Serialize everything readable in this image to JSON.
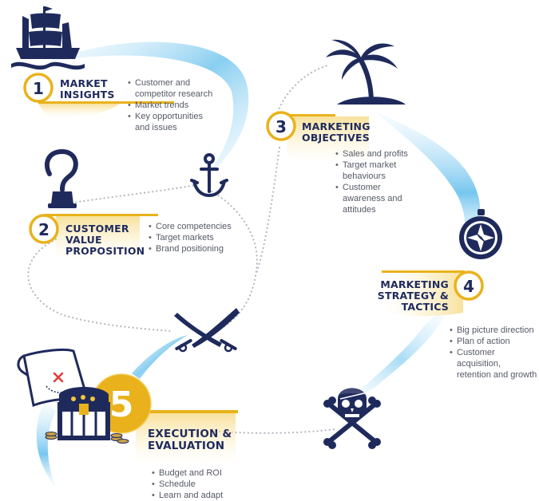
{
  "steps": [
    {
      "number": "1",
      "title_lines": [
        "MARKET",
        "INSIGHTS"
      ],
      "bullets": [
        "Customer and competitor research",
        "Market trends",
        "Key opportunities and issues"
      ],
      "bullet_lines": [
        [
          "Customer and",
          "competitor research"
        ],
        [
          "Market trends"
        ],
        [
          "Key opportunities",
          "and issues"
        ]
      ]
    },
    {
      "number": "2",
      "title_lines": [
        "CUSTOMER",
        "VALUE",
        "PROPOSITION"
      ],
      "bullets": [
        "Core competencies",
        "Target markets",
        "Brand positioning"
      ],
      "bullet_lines": [
        [
          "Core competencies"
        ],
        [
          "Target markets"
        ],
        [
          "Brand positioning"
        ]
      ]
    },
    {
      "number": "3",
      "title_lines": [
        "MARKETING",
        "OBJECTIVES"
      ],
      "bullets": [
        "Sales and profits",
        "Target market behaviours",
        "Customer awareness and attitudes"
      ],
      "bullet_lines": [
        [
          "Sales and profits"
        ],
        [
          "Target market",
          "behaviours"
        ],
        [
          "Customer",
          "awareness and",
          "attitudes"
        ]
      ]
    },
    {
      "number": "4",
      "title_lines": [
        "MARKETING",
        "STRATEGY &",
        "TACTICS"
      ],
      "bullets": [
        "Big picture direction",
        "Plan of action",
        "Customer acquisition, retention and growth"
      ],
      "bullet_lines": [
        [
          "Big picture direction"
        ],
        [
          "Plan of action"
        ],
        [
          "Customer acquisition,",
          "retention and growth"
        ]
      ]
    },
    {
      "number": "5",
      "title_lines": [
        "EXECUTION &",
        "EVALUATION"
      ],
      "bullets": [
        "Budget and ROI",
        "Schedule",
        "Learn and adapt"
      ],
      "bullet_lines": [
        [
          "Budget and ROI"
        ],
        [
          "Schedule"
        ],
        [
          "Learn and adapt"
        ]
      ]
    }
  ],
  "icons": [
    "ship-icon",
    "hook-icon",
    "anchor-icon",
    "palm-island-icon",
    "compass-icon",
    "crossed-swords-icon",
    "skull-crossbones-icon",
    "treasure-map-icon",
    "treasure-chest-icon"
  ],
  "colors": {
    "navy": "#1f2a5c",
    "gold": "#e9b21c",
    "gold_light": "#fbeec0",
    "path_blue": "#8ccff0",
    "dots": "#b3b8c2",
    "bullet_text": "#555a66"
  }
}
